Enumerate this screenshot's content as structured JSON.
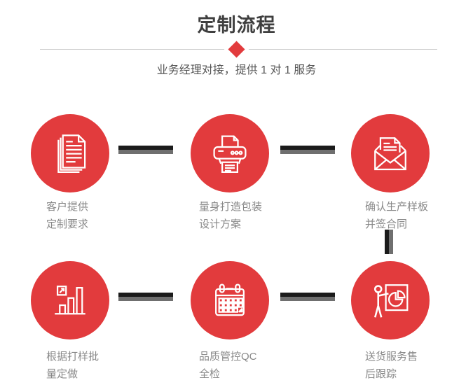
{
  "header": {
    "title": "定制流程",
    "subtitle": "业务经理对接，提供 1 对 1 服务"
  },
  "steps": [
    {
      "icon": "documents-icon",
      "lines": [
        "客户提供",
        "定制要求"
      ]
    },
    {
      "icon": "printer-icon",
      "lines": [
        "量身打造包装",
        "设计方案"
      ]
    },
    {
      "icon": "envelope-icon",
      "lines": [
        "确认生产样板",
        "并签合同"
      ]
    },
    {
      "icon": "bar-chart-icon",
      "lines": [
        "根据打样批",
        "量定做"
      ]
    },
    {
      "icon": "calendar-icon",
      "lines": [
        "品质管控QC",
        "全检"
      ]
    },
    {
      "icon": "presentation-icon",
      "lines": [
        "送货服务售",
        "后跟踪"
      ]
    }
  ],
  "colors": {
    "accent_red": "#e23b3d",
    "title_text": "#3f3f3f",
    "subtitle_text": "#555555",
    "label_text": "#888888",
    "divider_line": "#cccccc",
    "connector_dark": "#1b1b1b",
    "connector_gray": "#6f6f6f",
    "icon_stroke": "#ffffff"
  }
}
